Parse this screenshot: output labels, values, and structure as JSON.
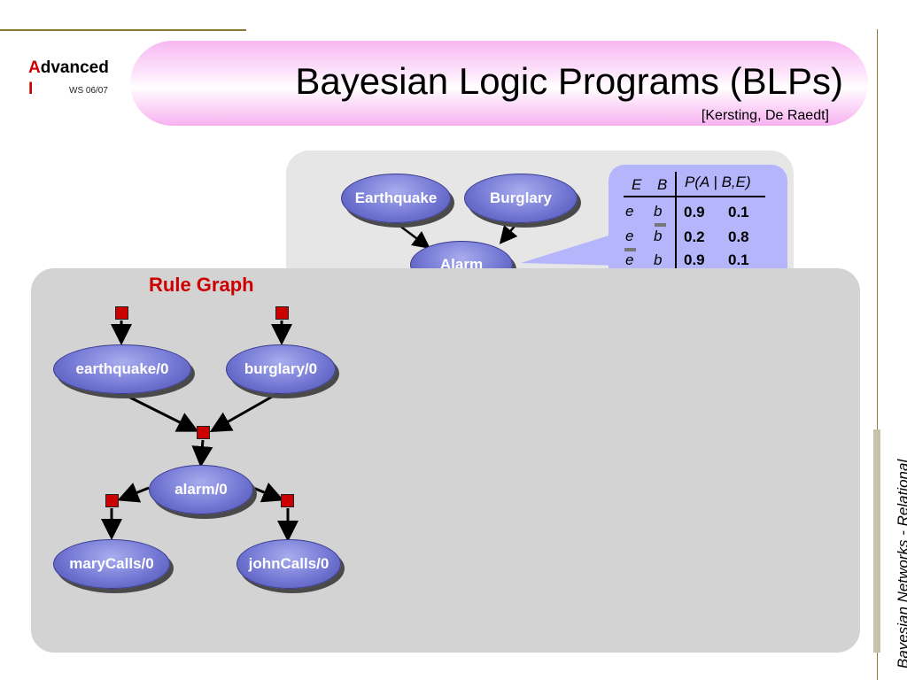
{
  "header": {
    "brand_first_letter": "A",
    "brand_rest": "dvanced",
    "brand_line2": "I",
    "semester": "WS 06/07",
    "title": "Bayesian Logic Programs (BLPs)",
    "citation": "[Kersting, De Raedt]"
  },
  "side_footer": "Bayesian Networks  - Relational",
  "bayes_net": {
    "nodes": [
      "Earthquake",
      "Burglary",
      "Alarm"
    ]
  },
  "cpt": {
    "col_e": "E",
    "col_b": "B",
    "col_p": "P(A | B,E)",
    "rows": [
      {
        "e": "e",
        "b": "b",
        "p1": "0.9",
        "p2": "0.1"
      },
      {
        "e": "e",
        "b": "b",
        "p1": "0.2",
        "p2": "0.8"
      },
      {
        "e": "e",
        "b": "b",
        "p1": "0.9",
        "p2": "0.1"
      }
    ]
  },
  "rule_graph": {
    "title": "Rule Graph",
    "nodes": {
      "earthquake": "earthquake/0",
      "burglary": "burglary/0",
      "alarm": "alarm/0",
      "marycalls": "maryCalls/0",
      "johncalls": "johnCalls/0"
    }
  }
}
